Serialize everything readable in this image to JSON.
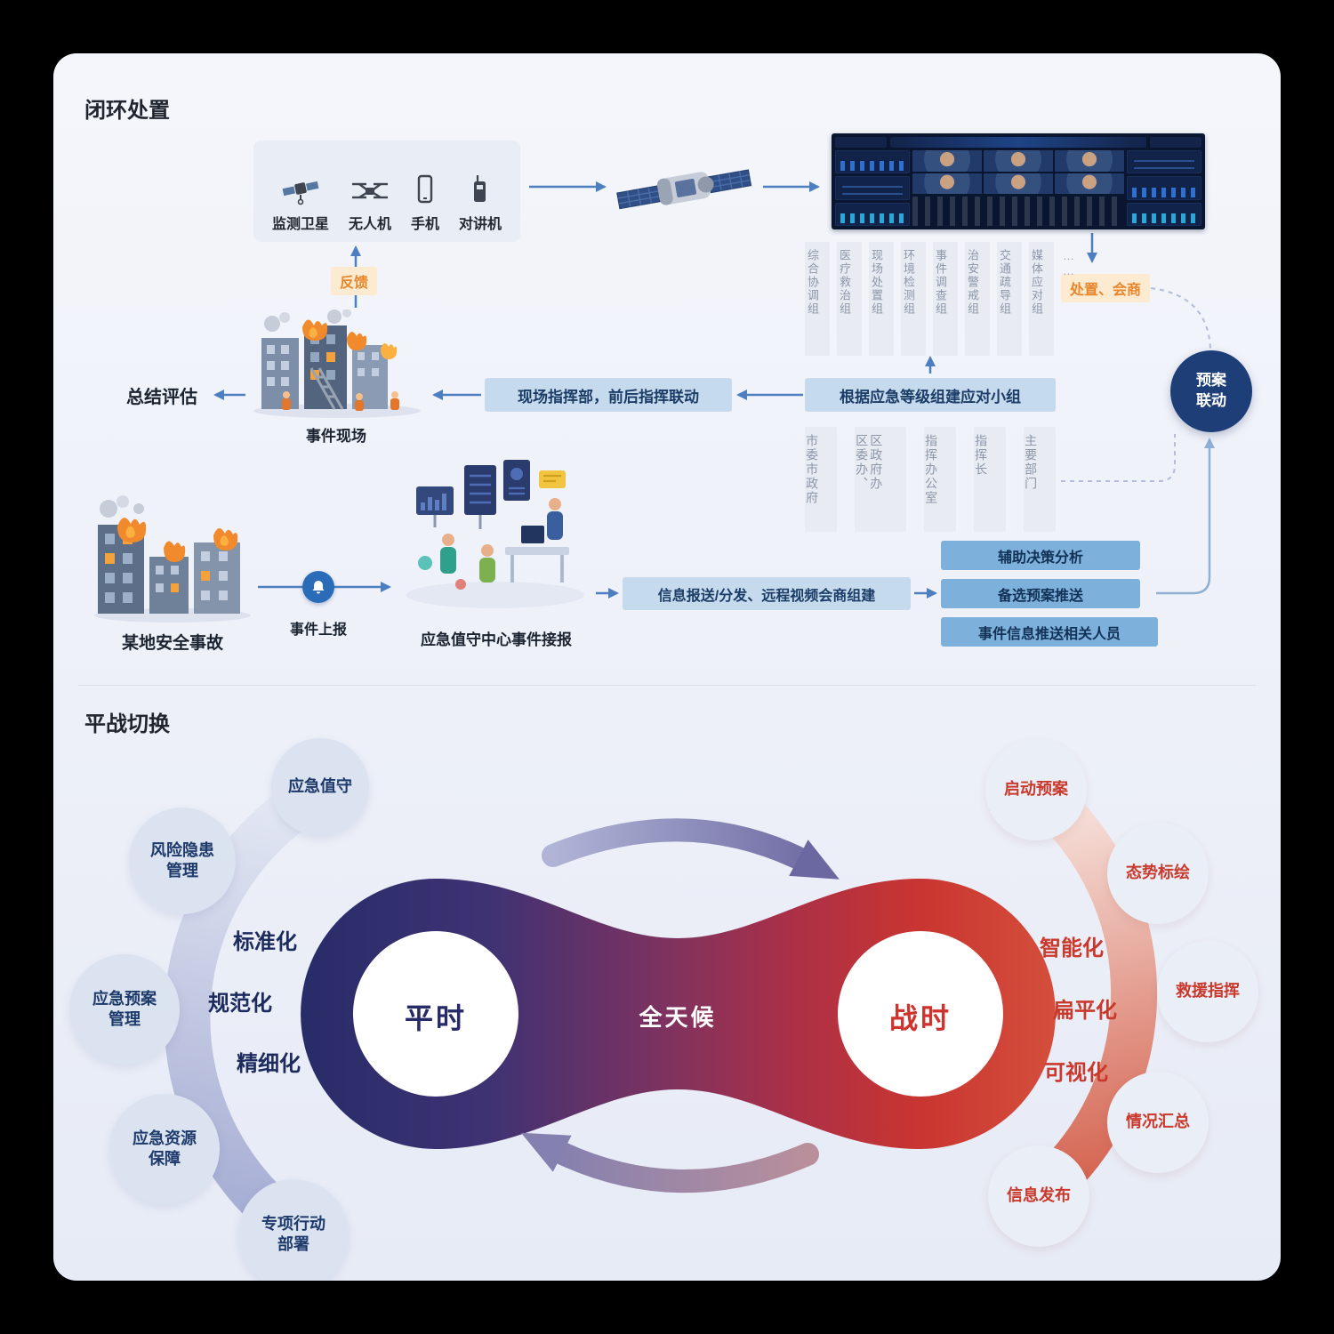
{
  "page": {
    "top_section_title": "闭环处置",
    "bottom_section_title": "平战切换"
  },
  "devices": {
    "items": [
      {
        "icon": "satellite-icon",
        "label": "监测卫星"
      },
      {
        "icon": "drone-icon",
        "label": "无人机"
      },
      {
        "icon": "phone-icon",
        "label": "手机"
      },
      {
        "icon": "walkie-talkie-icon",
        "label": "对讲机"
      }
    ]
  },
  "flow": {
    "feedback_label": "反馈",
    "dispose_label": "处置、会商",
    "summary_label": "总结评估",
    "scene_label": "事件现场",
    "field_command_box": "现场指挥部，前后指挥联动",
    "build_team_box": "根据应急等级组建应对小组",
    "accident_label": "某地安全事故",
    "report_label": "事件上报",
    "duty_center_label": "应急值守中心事件接报",
    "info_dispatch_box": "信息报送/分发、远程视频会商组建",
    "plan_link_circle": "预案\n联动"
  },
  "response_groups": [
    "综合协调组",
    "医疗救治组",
    "现场处置组",
    "环境检测组",
    "事件调查组",
    "治安警戒组",
    "交通疏导组",
    "媒体应对组",
    "……"
  ],
  "command_roles": [
    "市委市政府",
    "区委办、\n区政府办",
    "指挥办公室",
    "指挥长",
    "主要部门"
  ],
  "decision_boxes": [
    "辅助决策分析",
    "备选预案推送",
    "事件信息推送相关人员"
  ],
  "cycle": {
    "all_weather": "全天候",
    "peacetime": "平时",
    "wartime": "战时",
    "left_bubbles": [
      "应急值守",
      "风险隐患\n管理",
      "应急预案\n管理",
      "应急资源\n保障",
      "专项行动\n部署"
    ],
    "left_keywords": [
      "标准化",
      "规范化",
      "精细化"
    ],
    "right_bubbles": [
      "启动预案",
      "态势标绘",
      "救援指挥",
      "情况汇总",
      "信息发布"
    ],
    "right_keywords": [
      "智能化",
      "扁平化",
      "可视化"
    ]
  },
  "colors": {
    "accent_blue": "#4d7fc0",
    "box_blue": "#c6daee",
    "deep_box_blue": "#7db0da",
    "navy_circle": "#1e3e78",
    "orange": "#e8862b",
    "peace_navy": "#262a66",
    "war_red": "#ce332e"
  }
}
